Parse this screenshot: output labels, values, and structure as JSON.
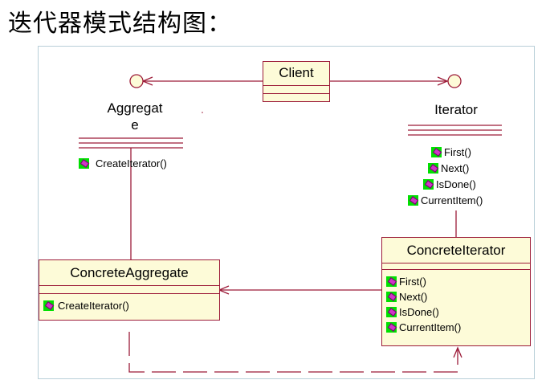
{
  "heading": "迭代器模式结构图：",
  "diagram": {
    "client": {
      "name": "Client"
    },
    "aggregate": {
      "name_line1": "Aggregat",
      "name_line2": "e",
      "operations": [
        "CreateIterator()"
      ]
    },
    "iterator": {
      "name": "Iterator",
      "operations": [
        "First()",
        "Next()",
        "IsDone()",
        "CurrentItem()"
      ]
    },
    "concrete_aggregate": {
      "name": "ConcreteAggregate",
      "operations": [
        "CreateIterator()"
      ]
    },
    "concrete_iterator": {
      "name": "ConcreteIterator",
      "operations": [
        "First()",
        "Next()",
        "IsDone()",
        "CurrentItem()"
      ]
    }
  },
  "colors": {
    "line": "#9c1b38",
    "class_fill": "#fdfbd8",
    "operation_marker": "#00e000",
    "frame": "#b9cfd8"
  }
}
